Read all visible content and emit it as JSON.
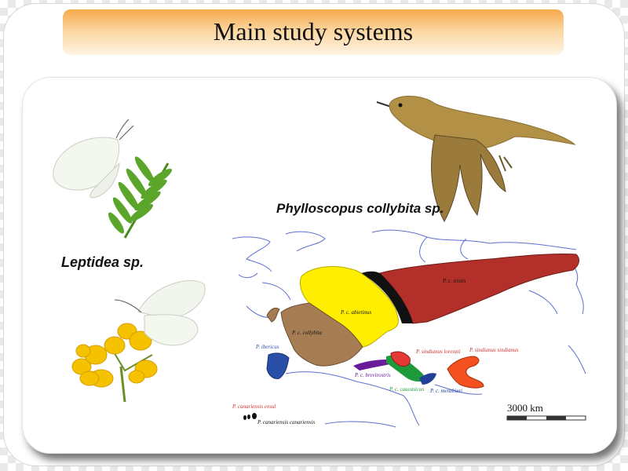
{
  "title": "Main study systems",
  "species": {
    "leptidea": "Leptidea sp.",
    "phylloscopus": "Phylloscopus collybita sp."
  },
  "map_labels": {
    "tristis": "P. c. tristis",
    "abietinus": "P. c. abietinus",
    "collybita": "P. c. collybita",
    "ibericus": "P. ibericus",
    "lorenzii": "P. sindianus lorenzii",
    "sindianus": "P. sindianus sindianus",
    "brevirostris": "P. c. brevirostris",
    "caucasicus": "P. c. caucasicus",
    "menzbieri": "P. c. menzbieri",
    "exsul": "P. canariensis exsul",
    "canariensis": "P. canariensis canariensis"
  },
  "scale_bar": "3000 km",
  "colors": {
    "title_gradient_top": "#f6a94a",
    "tristis": "#b3302a",
    "black_band": "#111111",
    "abietinus": "#ffee00",
    "collybita": "#a67c52",
    "ibericus": "#2a4fa8",
    "brevirostris": "#6a1b9a",
    "caucasicus": "#1e9a3a",
    "lorenzii": "#e53935",
    "menzbieri": "#1f3f99",
    "sindianus": "#f4511e",
    "label_red": "#d32f2f"
  }
}
